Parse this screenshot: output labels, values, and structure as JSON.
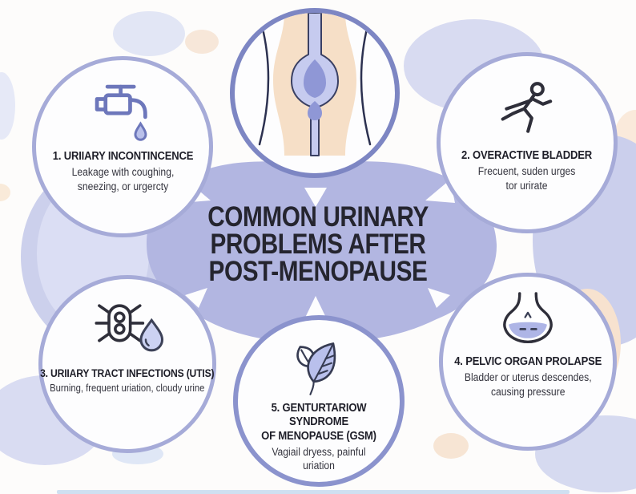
{
  "title": {
    "text": "COMMON URINARY\nPROBLEMS AFTER\nPOST-MENOPAUSE"
  },
  "center_illustration": {
    "name": "pelvis-bladder-illustration"
  },
  "items": [
    {
      "id": "urinary-incontinence",
      "icon": "faucet-icon",
      "heading": "1. URIIARY INCONTINCENCE",
      "description": "Leakage with coughing,\nsneezing, or urgercty"
    },
    {
      "id": "overactive-bladder",
      "icon": "runner-icon",
      "heading": "2. OVERACTIVE BLADDER",
      "description": "Frecuent, suden urges\ntor urirate"
    },
    {
      "id": "urinary-tract-infections",
      "icon": "bacteria-droplet-icon",
      "heading": "3. URIIARY TRACT INFECTIONS (UTIS)",
      "description": "Burning, frequent uriation, cloudy urine"
    },
    {
      "id": "pelvic-organ-prolapse",
      "icon": "pelvic-organ-icon",
      "heading": "4. PELVIC ORGAN PROLAPSE",
      "description": "Bladder or uterus descendes,\ncausing pressure"
    },
    {
      "id": "genitourinary-syndrome",
      "icon": "leaf-icon",
      "heading": "5. GENTURTARIOW SYNDROME\nOF MENOPAUSE (GSM)",
      "description": "Vagiail dryess, painful\nuriation"
    }
  ],
  "colors": {
    "center_blob": "#b2b6e1",
    "circle_border": "#a6abd8",
    "top_circle_border": "#7d86c3",
    "heading_text": "#1e1e28",
    "title_text": "#25252f",
    "icon_purple": "#6d77bb",
    "icon_dark": "#2f2f3a",
    "torso_peach": "#f6dfc7",
    "bottom_bar": "#cfe0f1"
  }
}
